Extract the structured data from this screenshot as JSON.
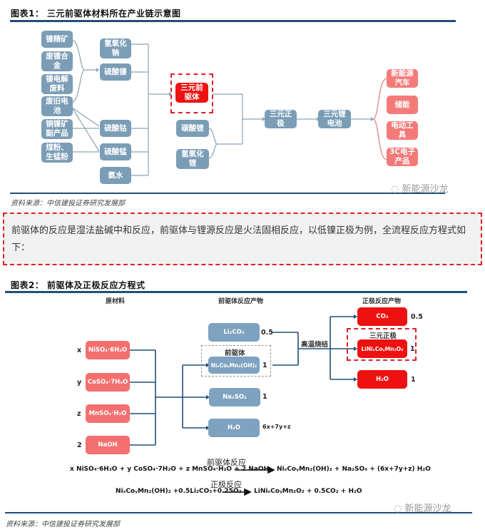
{
  "figure1": {
    "title": "图表1：  三元前驱体材料所在产业链示意图",
    "sources": [
      "镍精矿",
      "废镍合金",
      "镍电解废料",
      "废旧电池",
      "铜镍矿副产品",
      "煤粉、生锰粉"
    ],
    "intermediates": [
      "氢氧化钠",
      "硫酸镍",
      "硫酸钴",
      "硫酸锰",
      "氨水"
    ],
    "precursor": "三元前驱体",
    "lithium_sources": [
      "碳酸锂",
      "氢氧化锂"
    ],
    "cathode": "三元正极",
    "battery": "三元锂电池",
    "applications": [
      "新能源汽车",
      "储能",
      "电动工具",
      "3C电子产品"
    ],
    "source_note": "资料来源：中信建投证券研究发展部",
    "watermark": "新能源沙龙"
  },
  "note": {
    "text": "前驱体的反应是湿法盐碱中和反应，前驱体与锂源反应是火法固相反应，以低镍正极为例，全流程反应方程式如下："
  },
  "figure2": {
    "title": "图表2：  前驱体及正极反应方程式",
    "col_headers": [
      "原材料",
      "前驱体反应产物",
      "正极反应产物"
    ],
    "raw_materials": [
      {
        "coef": "x",
        "label": "NiSO₄·6H₂O"
      },
      {
        "coef": "y",
        "label": "CoSO₄·7H₂O"
      },
      {
        "coef": "z",
        "label": "MnSO₄·H₂O"
      },
      {
        "coef": "2",
        "label": "NaOH"
      }
    ],
    "precursor_products": [
      {
        "label": "Li₂CO₃",
        "coef": "0.5"
      },
      {
        "label": "NiₓCoᵧMn₂(OH)₂",
        "coef": "1",
        "group": "前驱体"
      },
      {
        "label": "Na₂SO₄",
        "coef": "1"
      },
      {
        "label": "H₂O",
        "coef": "6x+7y+z"
      }
    ],
    "sinter_label": "高温烧结",
    "cathode_products": [
      {
        "label": "CO₂",
        "coef": "0.5"
      },
      {
        "label": "LiNiₓCoᵧMn₂O₂",
        "coef": "1",
        "group": "三元正极"
      },
      {
        "label": "H₂O",
        "coef": "1"
      }
    ],
    "equations": [
      {
        "label": "前驱体反应",
        "lhs": "x NiSO₄·6H₂O + y CoSO₄·7H₂O + z MnSO₄·H₂O + 2 NaOH",
        "rhs": "NiₓCoᵧMn₂(OH)₂ + Na₂SO₄ + (6x+7y+z) H₂O"
      },
      {
        "label": "正极反应",
        "lhs": "NiₓCoᵧMn₂(OH)₂ +0.5Li₂CO₃+0.25O₂",
        "rhs": "LiNiₓCoᵧMn₂O₂ + 0.5CO₂ + H₂O"
      }
    ],
    "source_note": "资料来源：中信建投证券研究发展部",
    "watermark": "新能源沙龙"
  }
}
